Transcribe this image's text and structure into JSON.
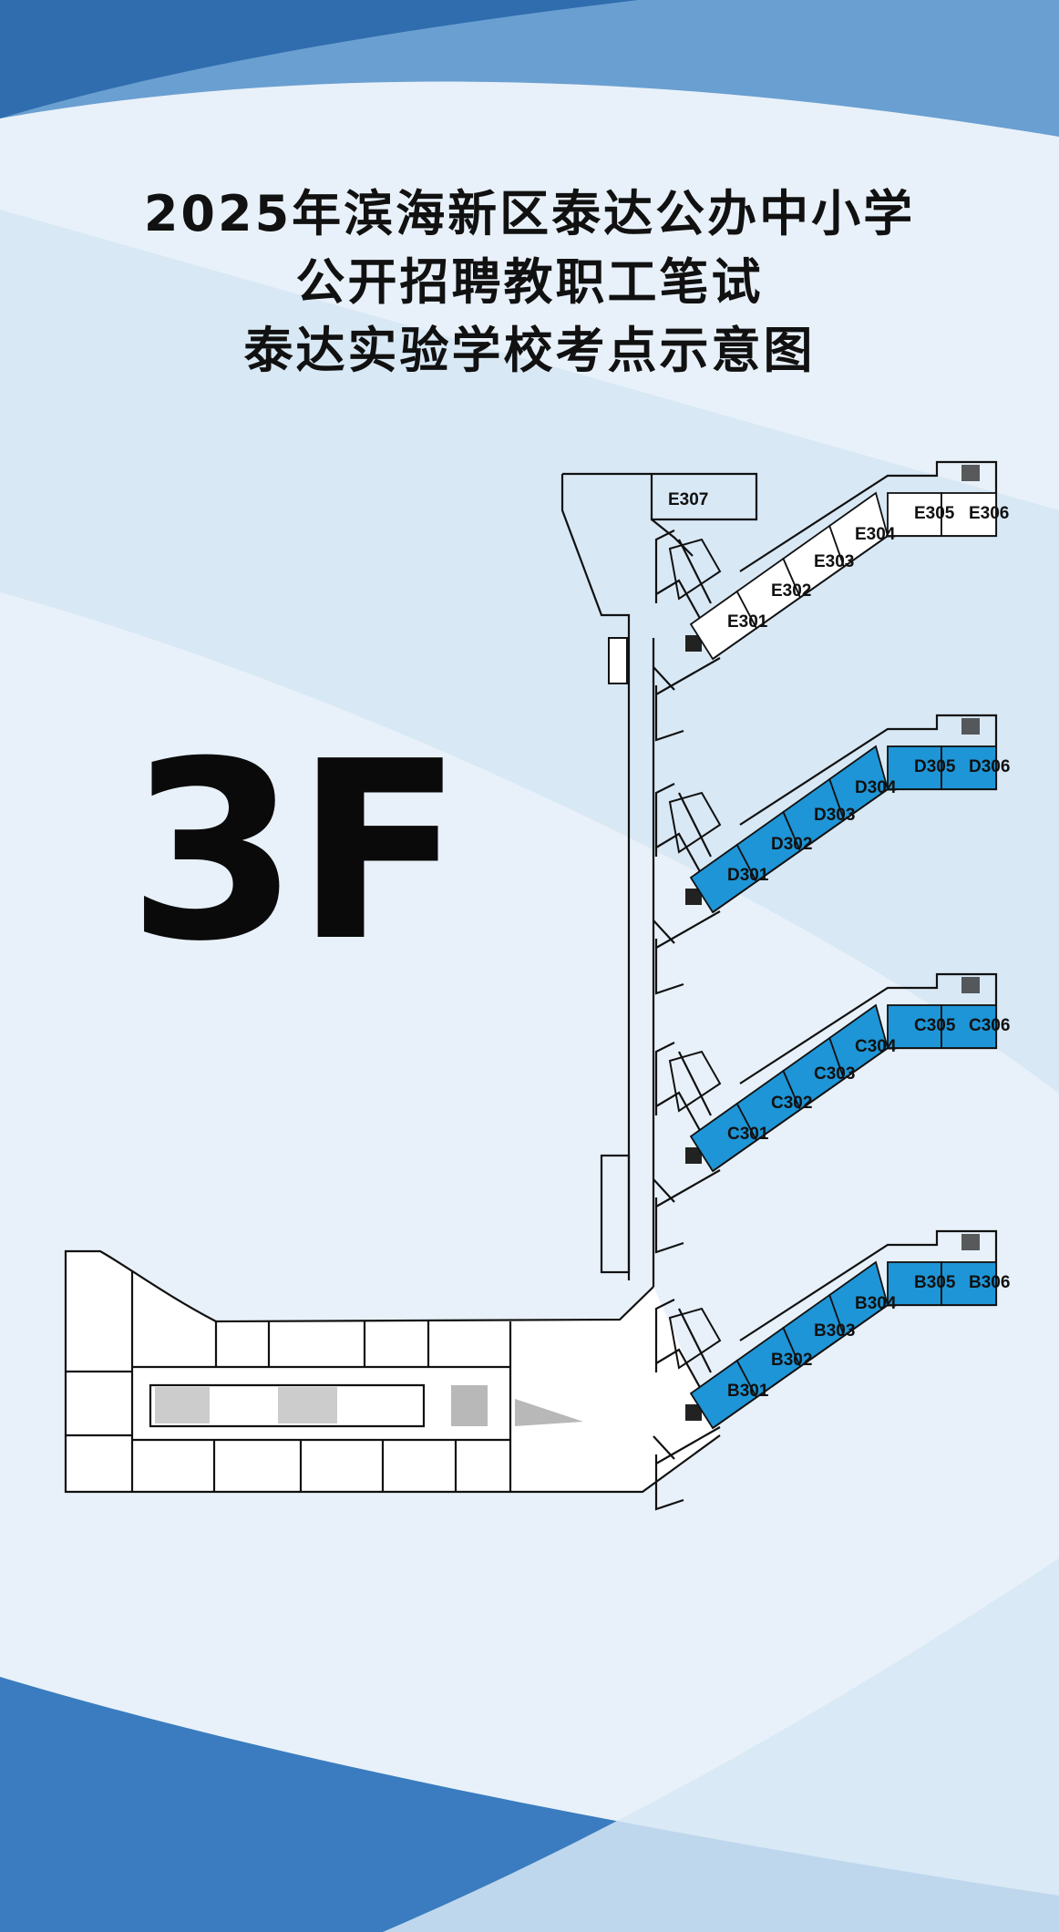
{
  "title": {
    "line1": "2025年滨海新区泰达公办中小学",
    "line2": "公开招聘教职工笔试",
    "line3": "泰达实验学校考点示意图"
  },
  "floor_label": "3F",
  "colors": {
    "background": "#e8f1f9",
    "band_dark": "#2f6dae",
    "band_mid": "#6a9fd1",
    "band_light": "#d6e7f5",
    "exam_room_fill": "#1e95d6"
  },
  "wings": [
    {
      "name": "E",
      "highlighted": false,
      "rooms": [
        "E301",
        "E302",
        "E303",
        "E304",
        "E305",
        "E306"
      ],
      "extra_room": "E307"
    },
    {
      "name": "D",
      "highlighted": true,
      "rooms": [
        "D301",
        "D302",
        "D303",
        "D304",
        "D305",
        "D306"
      ]
    },
    {
      "name": "C",
      "highlighted": true,
      "rooms": [
        "C301",
        "C302",
        "C303",
        "C304",
        "C305",
        "C306"
      ]
    },
    {
      "name": "B",
      "highlighted": true,
      "rooms": [
        "B301",
        "B302",
        "B303",
        "B304",
        "B305",
        "B306"
      ]
    }
  ]
}
